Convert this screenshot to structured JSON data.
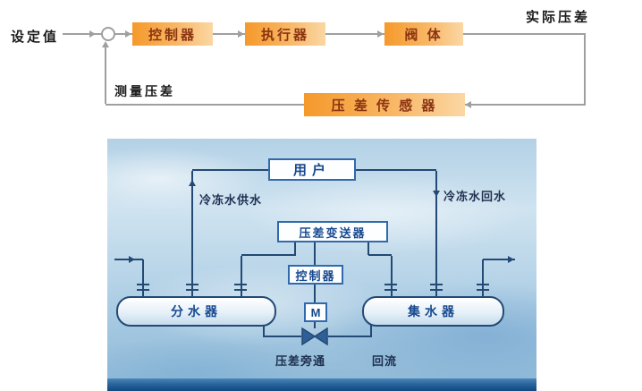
{
  "control_diagram": {
    "setpoint_label": "设定值",
    "actual_label": "实际压差",
    "measured_label": "测量压差",
    "blocks": {
      "controller": "控制器",
      "actuator": "执行器",
      "valve": "阀 体",
      "sensor": "压 差 传 感 器"
    }
  },
  "schematic": {
    "user_label": "用户",
    "supply_label": "冷冻水供水",
    "return_label": "冷冻水回水",
    "transmitter_label": "压差变送器",
    "controller_label": "控制器",
    "motor_label": "M",
    "distributor_label": "分水器",
    "collector_label": "集水器",
    "bypass_label": "压差旁通",
    "backflow_label": "回流"
  },
  "colors": {
    "block_orange": "#f5992b",
    "block_text": "#8c3412",
    "diagram_line": "#9f9f9f",
    "schematic_line": "#234a75",
    "schematic_box_border": "#3069ad",
    "schematic_box_text": "#17498f",
    "water_base": "#b3d1e6",
    "water_deep": "#10487f"
  }
}
